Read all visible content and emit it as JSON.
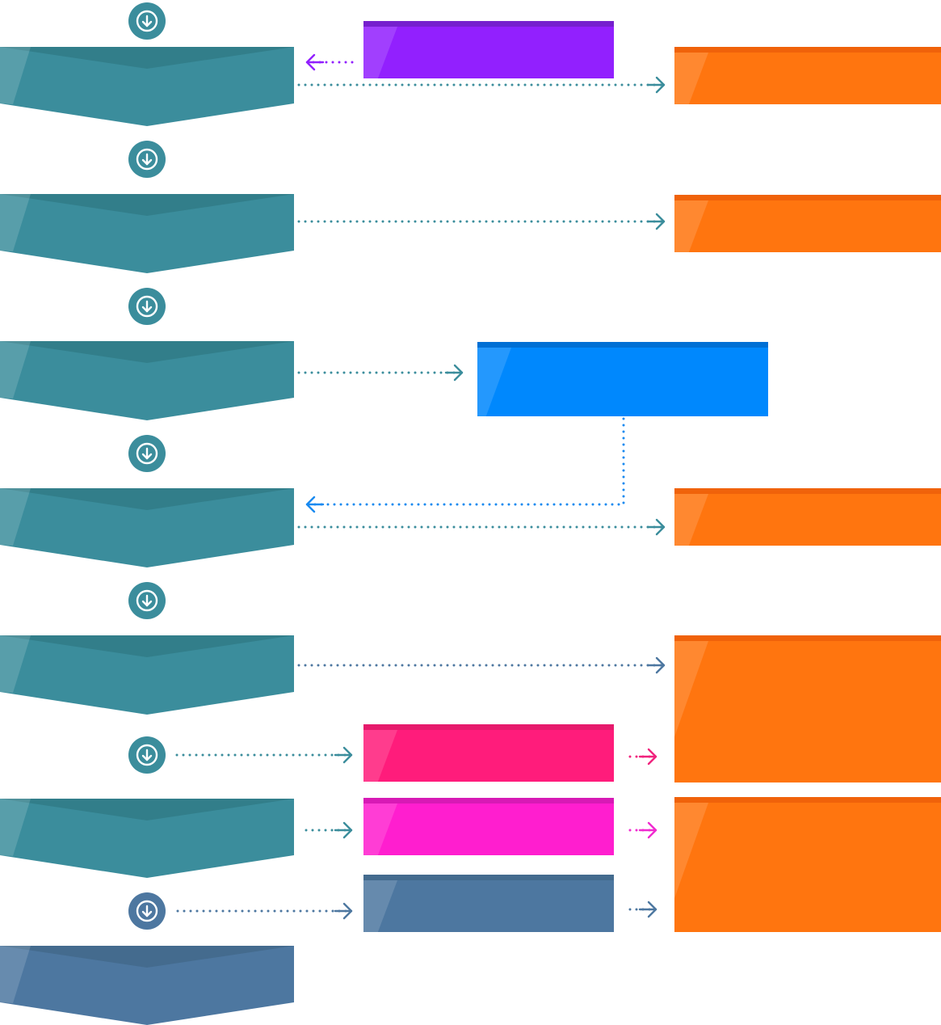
{
  "colors": {
    "teal": "#3b8d9c",
    "teal_dark": "#327e8a",
    "slate": "#4d77a0",
    "slate_dark": "#446b8e",
    "purple": "#9220fe",
    "orange": "#ff750f",
    "blue": "#0088fd",
    "pink": "#ff1c7b",
    "magenta": "#ff1ecf",
    "white": "#ffffff"
  },
  "flow_steps": [
    {
      "color": "teal",
      "label": ""
    },
    {
      "color": "teal",
      "label": ""
    },
    {
      "color": "teal",
      "label": ""
    },
    {
      "color": "teal",
      "label": ""
    },
    {
      "color": "teal",
      "label": ""
    },
    {
      "color": "teal",
      "label": ""
    },
    {
      "color": "slate",
      "label": ""
    }
  ],
  "step_markers": [
    {
      "color": "teal",
      "icon": "arrow-down-icon"
    },
    {
      "color": "teal",
      "icon": "arrow-down-icon"
    },
    {
      "color": "teal",
      "icon": "arrow-down-icon"
    },
    {
      "color": "teal",
      "icon": "arrow-down-icon"
    },
    {
      "color": "teal",
      "icon": "arrow-down-icon"
    },
    {
      "color": "teal",
      "icon": "arrow-down-icon"
    },
    {
      "color": "slate",
      "icon": "arrow-down-icon"
    }
  ],
  "side_boxes": [
    {
      "id": "purple-box",
      "color": "purple",
      "label": ""
    },
    {
      "id": "orange-box-1",
      "color": "orange",
      "label": ""
    },
    {
      "id": "orange-box-2",
      "color": "orange",
      "label": ""
    },
    {
      "id": "blue-box",
      "color": "blue",
      "label": ""
    },
    {
      "id": "orange-box-3",
      "color": "orange",
      "label": ""
    },
    {
      "id": "orange-box-4",
      "color": "orange",
      "label": ""
    },
    {
      "id": "pink-box",
      "color": "pink",
      "label": ""
    },
    {
      "id": "magenta-box",
      "color": "magenta",
      "label": ""
    },
    {
      "id": "slate-box",
      "color": "slate",
      "label": ""
    },
    {
      "id": "orange-box-5",
      "color": "orange",
      "label": ""
    }
  ],
  "connectors": [
    {
      "from": "purple-box",
      "to": "step-1",
      "color": "purple"
    },
    {
      "from": "step-1",
      "to": "orange-box-1",
      "color": "teal"
    },
    {
      "from": "step-2",
      "to": "orange-box-2",
      "color": "teal"
    },
    {
      "from": "step-3",
      "to": "blue-box",
      "color": "teal"
    },
    {
      "from": "blue-box",
      "to": "step-4",
      "color": "blue"
    },
    {
      "from": "step-4",
      "to": "orange-box-3",
      "color": "teal"
    },
    {
      "from": "step-5",
      "to": "orange-box-4",
      "color": "slate"
    },
    {
      "from": "marker-6",
      "to": "pink-box",
      "color": "teal"
    },
    {
      "from": "pink-box",
      "to": "orange-box-4",
      "color": "pink"
    },
    {
      "from": "step-6",
      "to": "magenta-box",
      "color": "teal"
    },
    {
      "from": "magenta-box",
      "to": "orange-box-5",
      "color": "magenta"
    },
    {
      "from": "marker-7",
      "to": "slate-box",
      "color": "slate"
    },
    {
      "from": "slate-box",
      "to": "orange-box-5",
      "color": "slate"
    }
  ]
}
